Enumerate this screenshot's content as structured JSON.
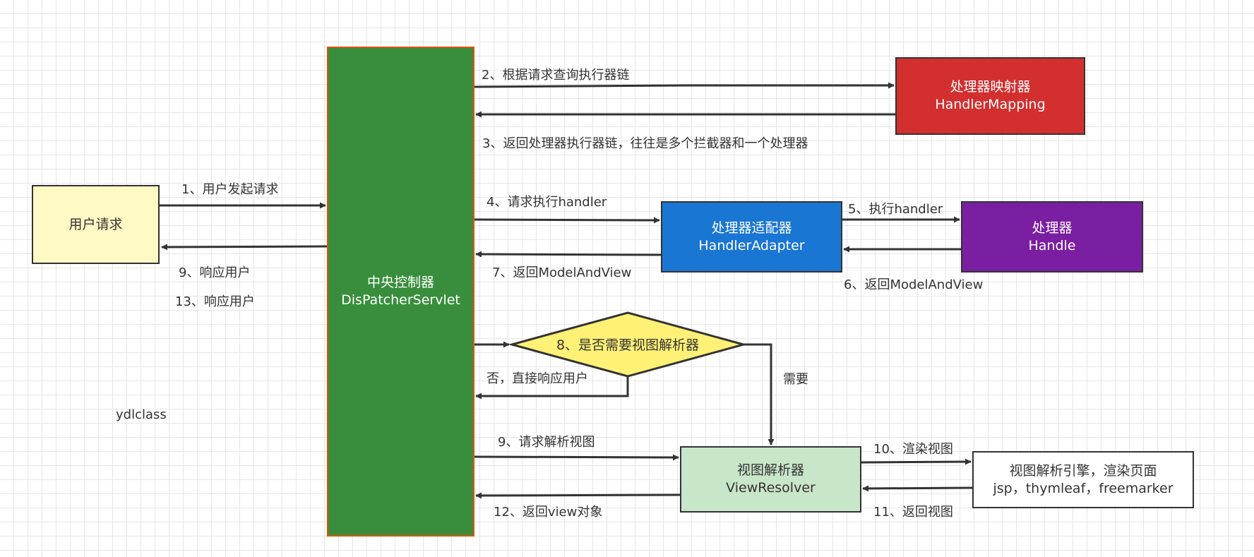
{
  "nodes": {
    "user_request": "用户请求",
    "dispatcher": {
      "title": "中央控制器",
      "subtitle": "DisPatcherServlet"
    },
    "handler_mapping": {
      "title": "处理器映射器",
      "subtitle": "HandlerMapping"
    },
    "handler_adapter": {
      "title": "处理器适配器",
      "subtitle": "HandlerAdapter"
    },
    "handler": {
      "title": "处理器",
      "subtitle": "Handle"
    },
    "decision": "8、是否需要视图解析器",
    "view_resolver": {
      "title": "视图解析器",
      "subtitle": "ViewResolver"
    },
    "view_engine": {
      "title": "视图解析引擎，渲染页面",
      "subtitle": "jsp，thymleaf，freemarker"
    }
  },
  "edges": {
    "e1": "1、用户发起请求",
    "e2": "2、根据请求查询执行器链",
    "e3": "3、返回处理器执行器链，往往是多个拦截器和一个处理器",
    "e4": "4、请求执行handler",
    "e5": "5、执行handler",
    "e6": "6、返回ModelAndView",
    "e7": "7、返回ModelAndView",
    "e9_resp": "9、响应用户",
    "e13_resp": "13、响应用户",
    "e_no": "否，直接响应用户",
    "e_yes": "需要",
    "e9_req": "9、请求解析视图",
    "e10": "10、渲染视图",
    "e11": "11、返回视图",
    "e12": "12、返回view对象"
  },
  "watermark": "ydlclass",
  "colors": {
    "user_request_fill": "#fff9c4",
    "dispatcher_fill": "#388e3c",
    "dispatcher_border": "#e65100",
    "handler_mapping_fill": "#d32f2f",
    "handler_adapter_fill": "#1976d2",
    "handler_fill": "#7b1fa2",
    "decision_fill": "#fff176",
    "view_resolver_fill": "#c8e6c9",
    "view_engine_fill": "#ffffff",
    "stroke": "#333333"
  }
}
